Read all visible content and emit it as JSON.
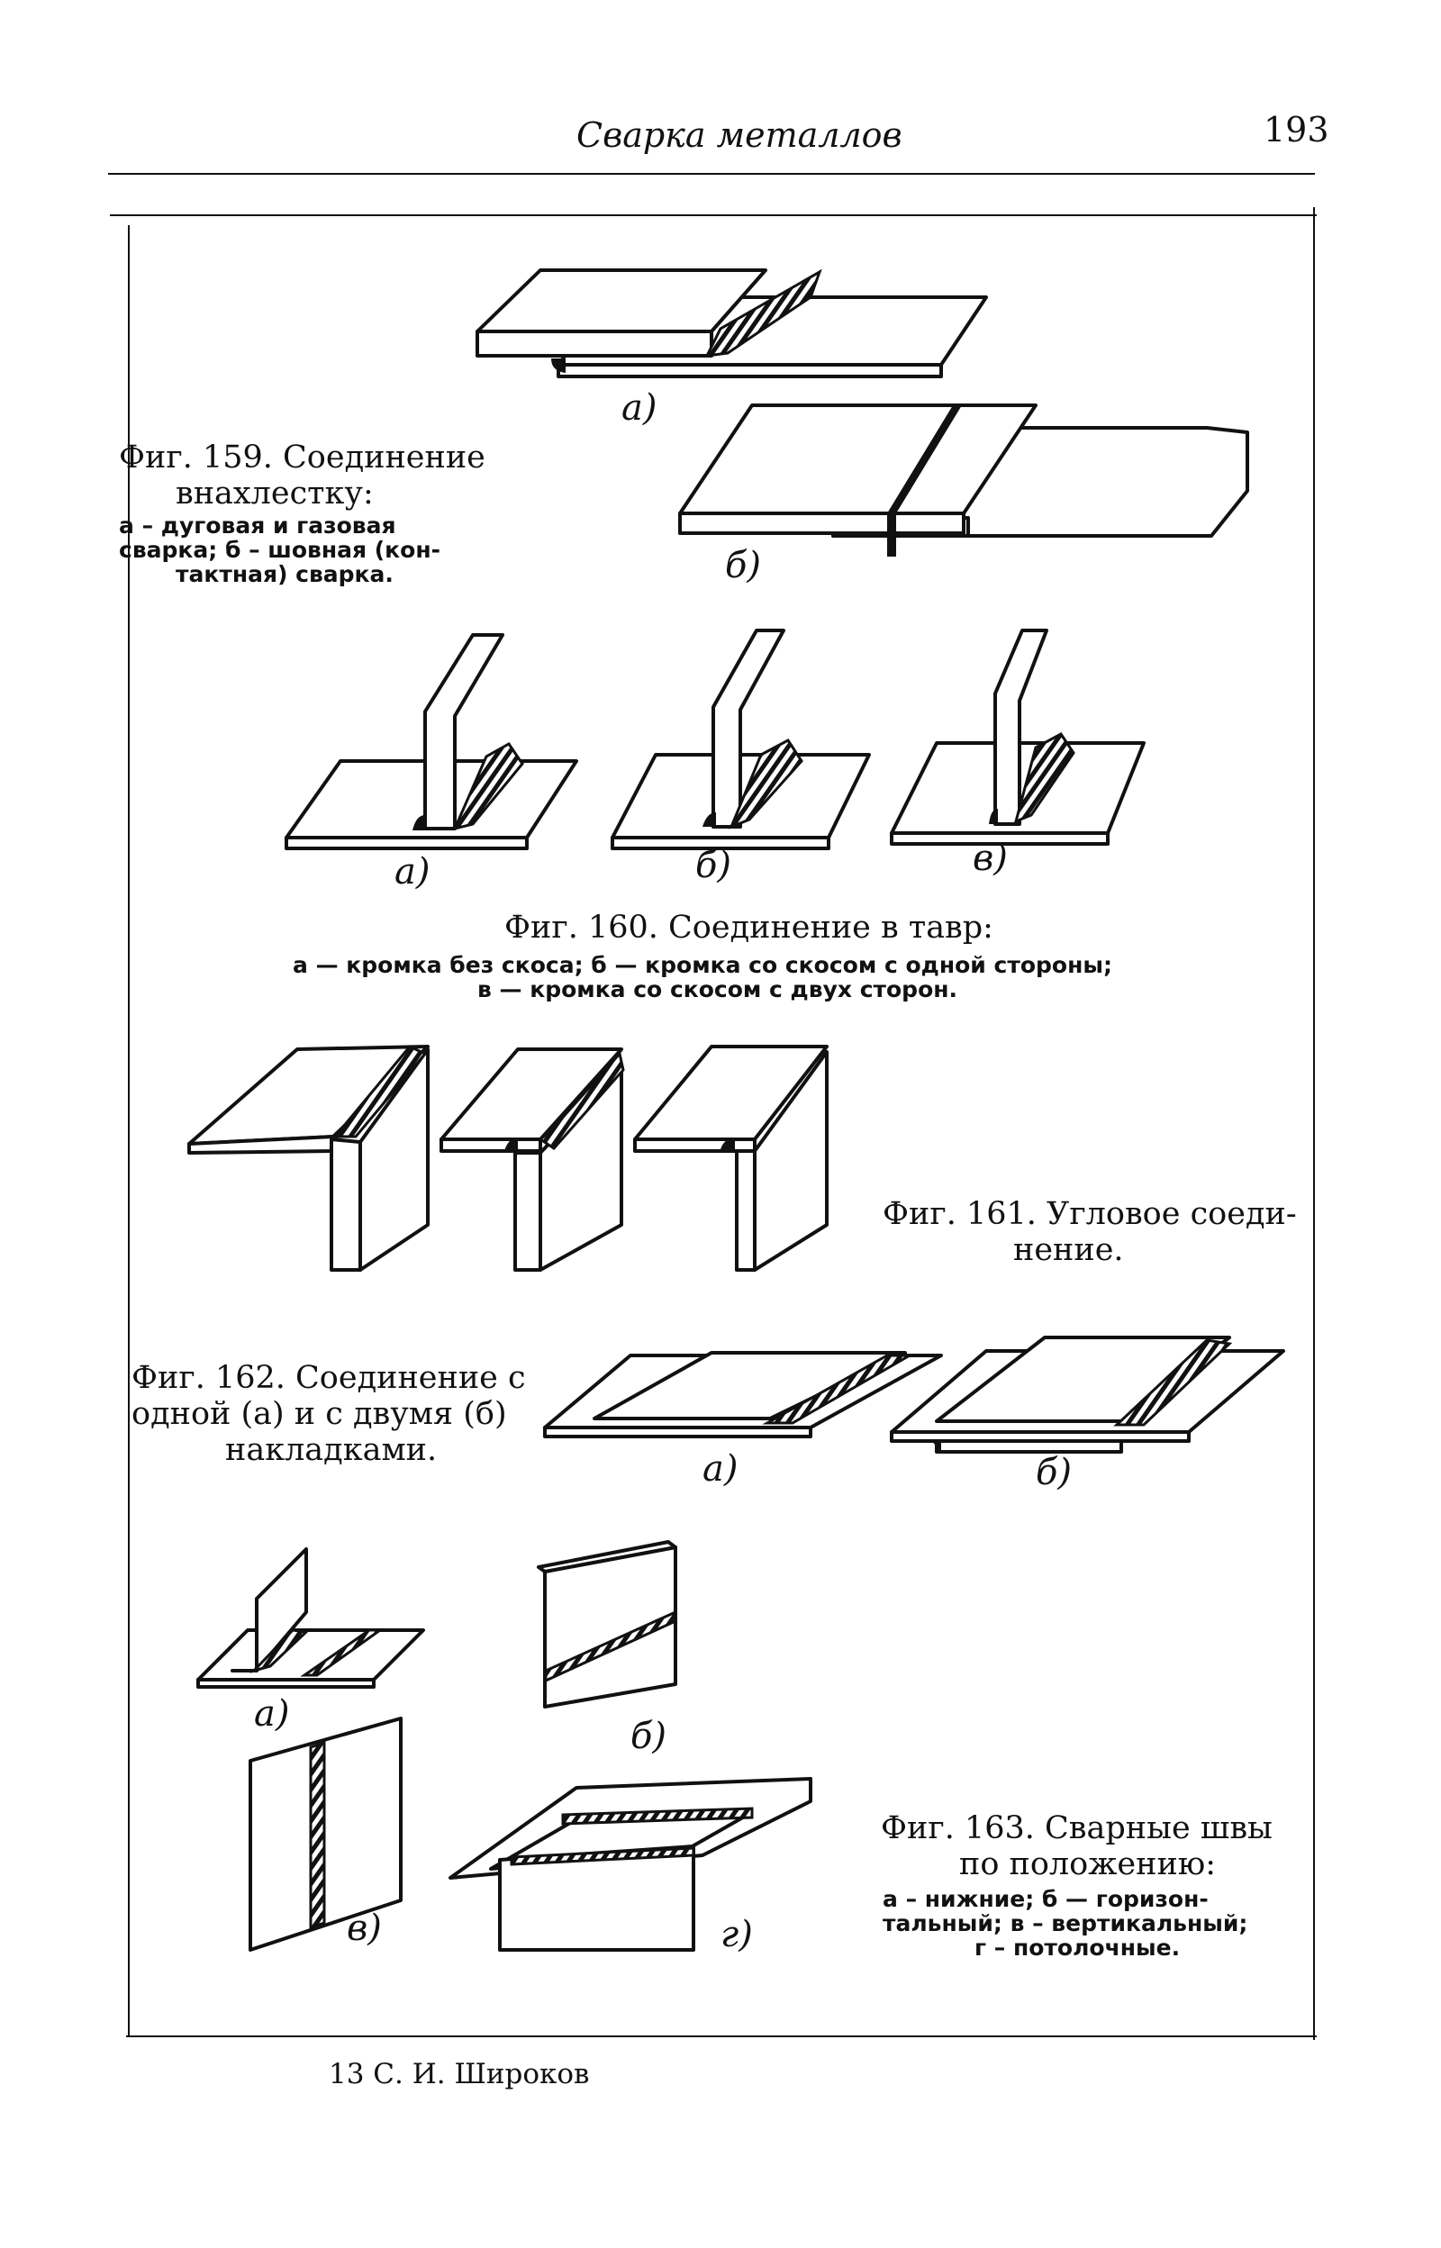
{
  "header": {
    "title": "Сварка металлов",
    "page_number": "193"
  },
  "fig159": {
    "title_line1": "Фиг. 159. Соединение",
    "title_line2": "внахлестку:",
    "sub_line1": "а – дуговая    и    газовая",
    "sub_line2": "сварка; б – шовная (кон-",
    "sub_line3": "тактная) сварка.",
    "label_a": "а)",
    "label_b": "б)"
  },
  "fig160": {
    "title": "Фиг. 160. Соединение в тавр:",
    "sub_line1": "а — кромка без скоса; б — кромка со скосом с одной стороны;",
    "sub_line2": "в — кромка со скосом с двух сторон.",
    "label_a": "а)",
    "label_b": "б)",
    "label_c": "в)"
  },
  "fig161": {
    "title_line1": "Фиг. 161. Угловое соеди-",
    "title_line2": "нение."
  },
  "fig162": {
    "title_line1": "Фиг. 162. Соединение с",
    "title_line2": "одной (а) и с двумя (б)",
    "title_line3": "накладками.",
    "label_a": "а)",
    "label_b": "б)"
  },
  "fig163": {
    "title_line1": "Фиг. 163. Сварные швы",
    "title_line2": "по положению:",
    "sub_line1": "а – нижние;   б  —  горизон-",
    "sub_line2": "тальный;  в – вертикальный;",
    "sub_line3": "г – потолочные.",
    "label_a": "а)",
    "label_b": "б)",
    "label_c": "в)",
    "label_d": "г)"
  },
  "footer": {
    "text": "13 С. И. Широков"
  }
}
